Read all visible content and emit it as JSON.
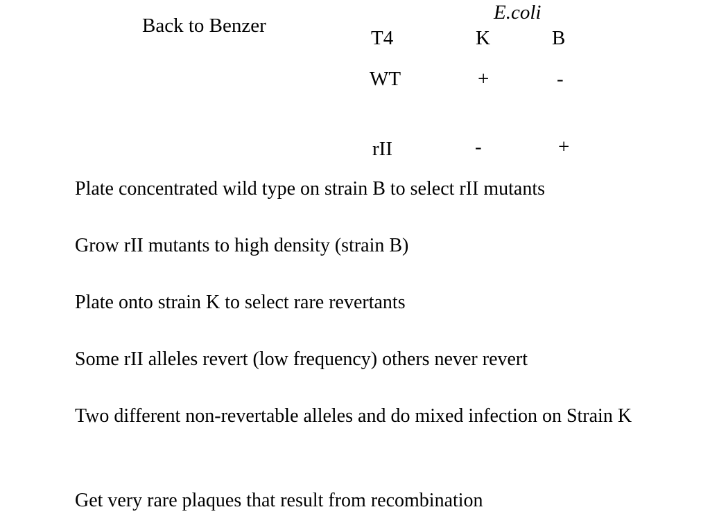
{
  "slide": {
    "title": "Back to Benzer",
    "table": {
      "group_header": "E.coli",
      "col_phage": "T4",
      "col_k": "K",
      "col_b": "B",
      "rows": [
        {
          "label": "WT",
          "k": "+",
          "b": "-"
        },
        {
          "label": "rII",
          "k": "-",
          "b": "+"
        }
      ]
    },
    "paragraphs": [
      "Plate concentrated wild type on strain B to select rII mutants",
      "Grow rII mutants to high density (strain B)",
      "Plate onto strain K to select rare revertants",
      "Some rII alleles revert (low frequency) others never revert",
      "Two different non-revertable alleles and do mixed infection on Strain K",
      "Get very rare plaques that result from recombination"
    ]
  }
}
